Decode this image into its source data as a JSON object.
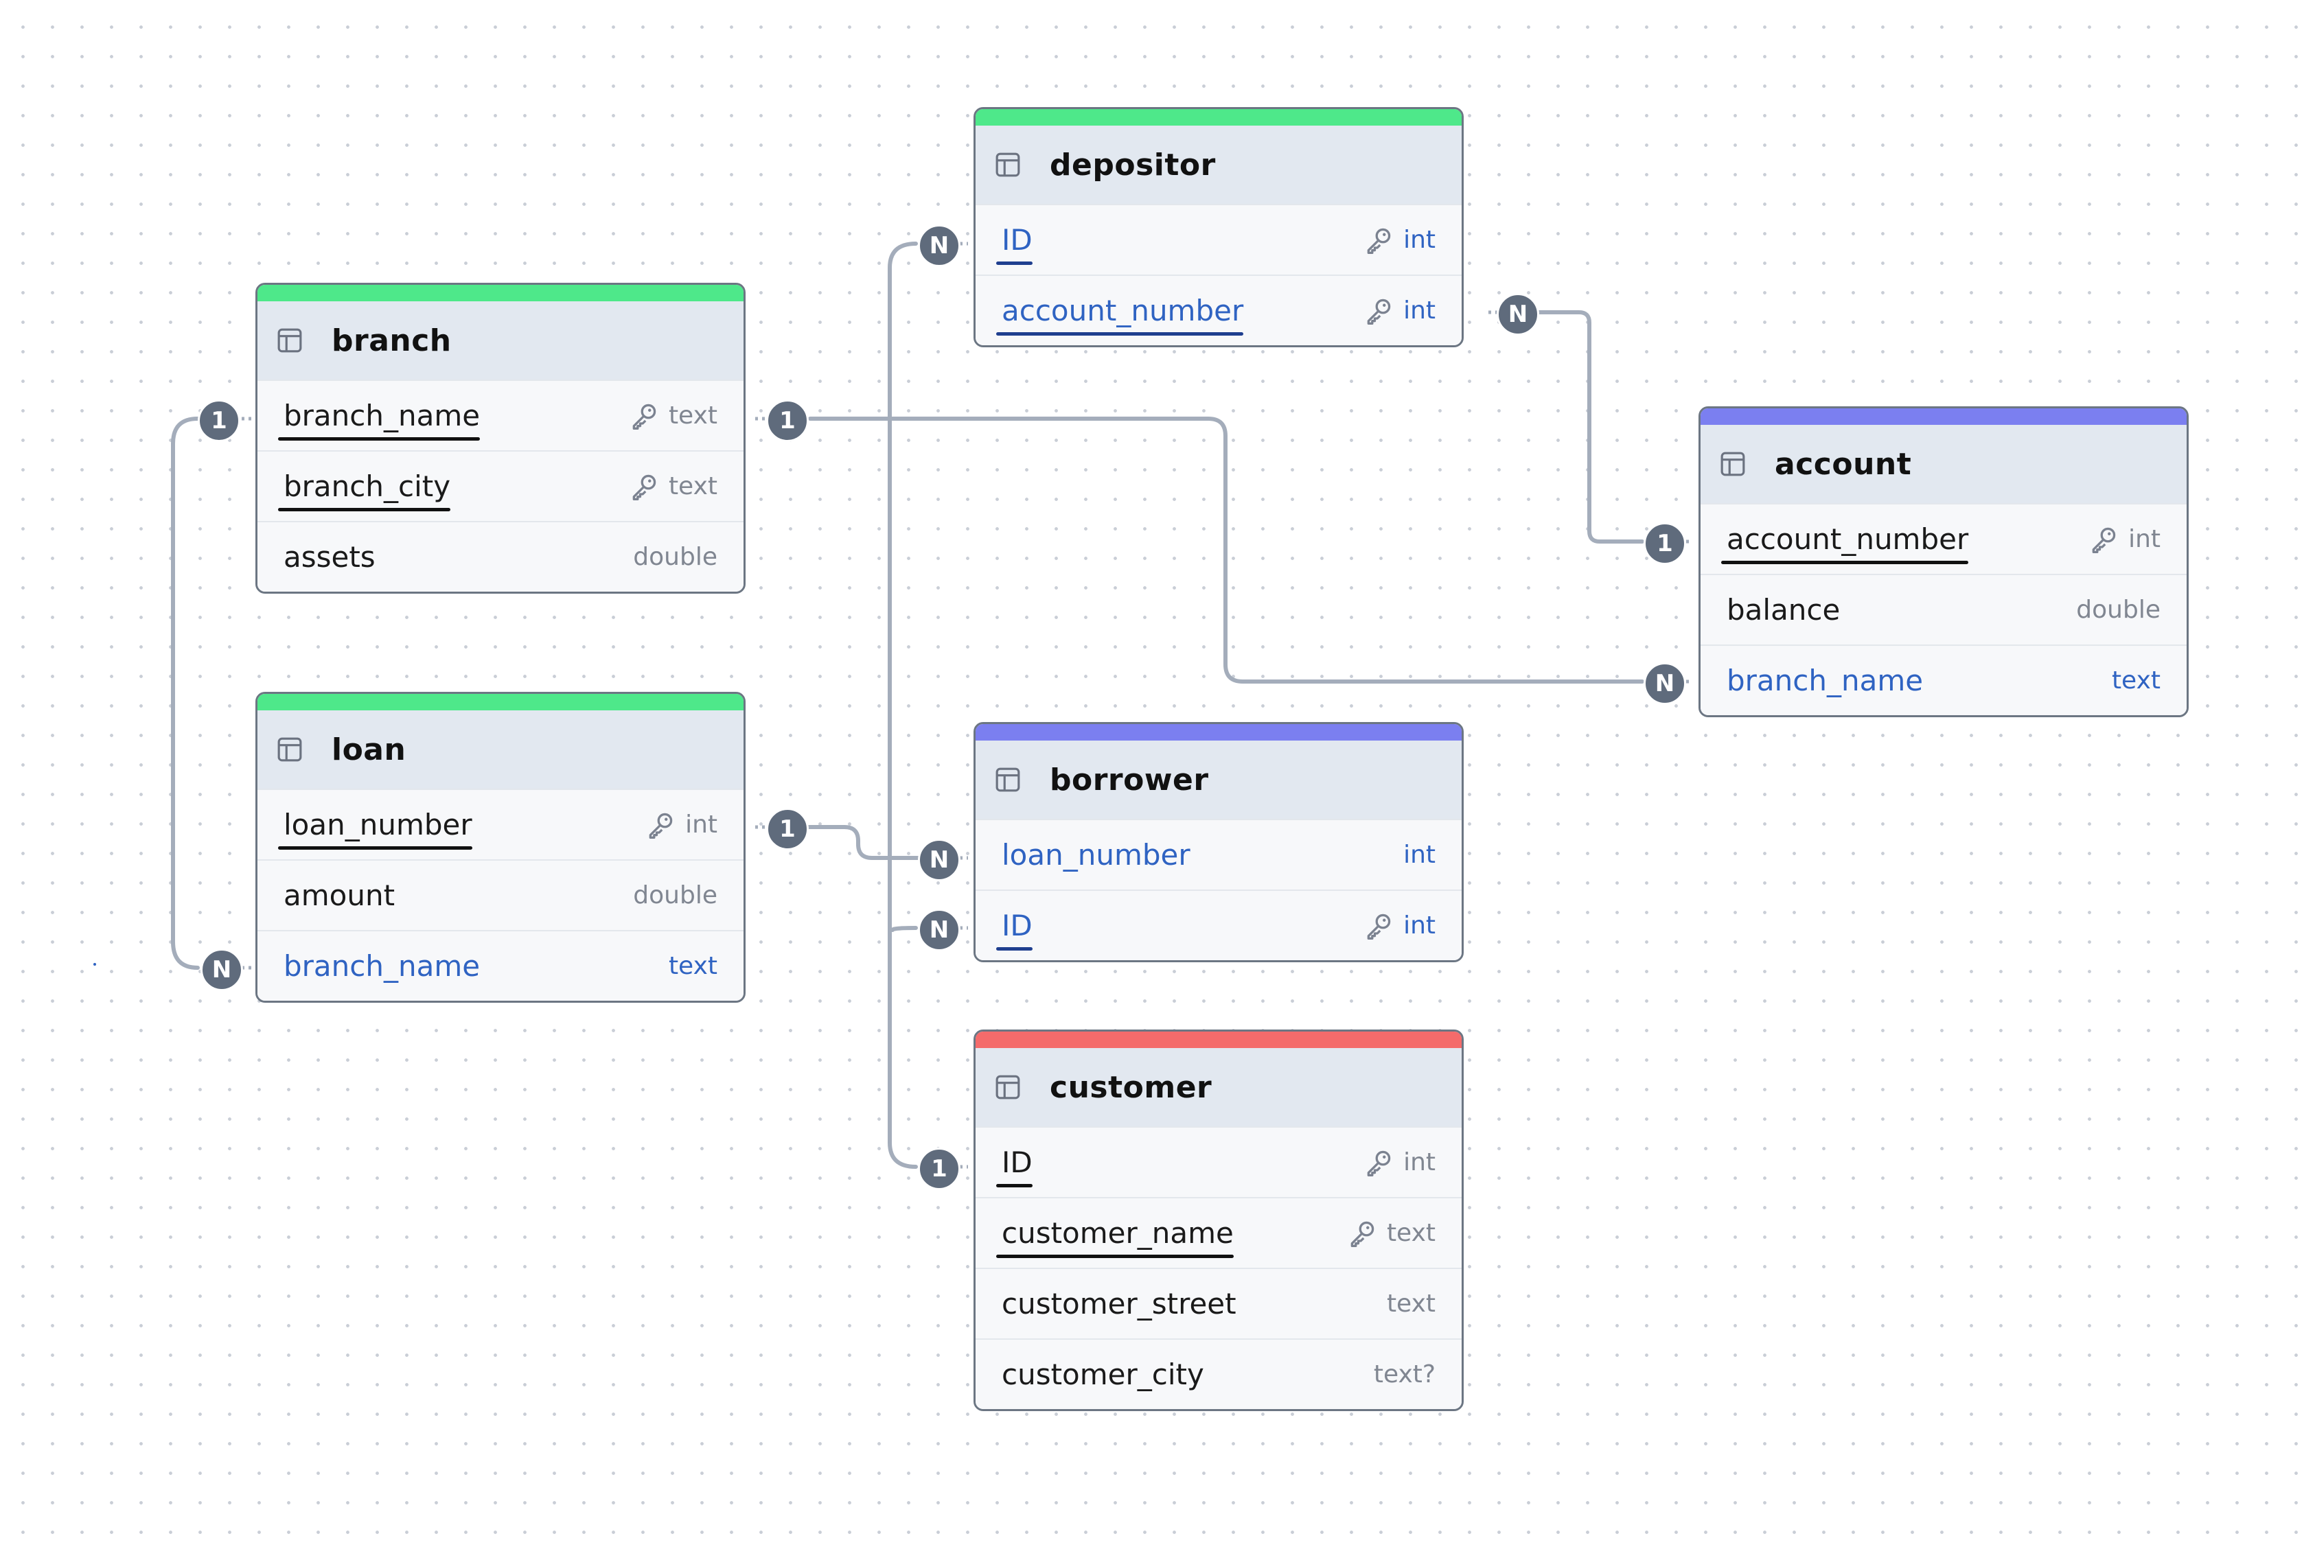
{
  "colors": {
    "green": "#4ee88a",
    "purple": "#7b7ff0",
    "red": "#f46b6b",
    "foreign_key": "#2f63c2",
    "edge": "#a4adbb",
    "badge": "#5f6b7c"
  },
  "icons": {
    "table": "table-icon",
    "key": "key-icon"
  },
  "tables": {
    "depositor": {
      "name": "depositor",
      "color": "green",
      "fields": [
        {
          "name": "ID",
          "type": "int",
          "pk": true,
          "fk": true
        },
        {
          "name": "account_number",
          "type": "int",
          "pk": true,
          "fk": true
        }
      ]
    },
    "branch": {
      "name": "branch",
      "color": "green",
      "fields": [
        {
          "name": "branch_name",
          "type": "text",
          "pk": true,
          "fk": false
        },
        {
          "name": "branch_city",
          "type": "text",
          "pk": true,
          "fk": false
        },
        {
          "name": "assets",
          "type": "double",
          "pk": false,
          "fk": false
        }
      ]
    },
    "account": {
      "name": "account",
      "color": "purple",
      "fields": [
        {
          "name": "account_number",
          "type": "int",
          "pk": true,
          "fk": false
        },
        {
          "name": "balance",
          "type": "double",
          "pk": false,
          "fk": false
        },
        {
          "name": "branch_name",
          "type": "text",
          "pk": false,
          "fk": true
        }
      ]
    },
    "loan": {
      "name": "loan",
      "color": "green",
      "fields": [
        {
          "name": "loan_number",
          "type": "int",
          "pk": true,
          "fk": false
        },
        {
          "name": "amount",
          "type": "double",
          "pk": false,
          "fk": false
        },
        {
          "name": "branch_name",
          "type": "text",
          "pk": false,
          "fk": true
        }
      ]
    },
    "borrower": {
      "name": "borrower",
      "color": "purple",
      "fields": [
        {
          "name": "loan_number",
          "type": "int",
          "pk": false,
          "fk": true
        },
        {
          "name": "ID",
          "type": "int",
          "pk": true,
          "fk": true
        }
      ]
    },
    "customer": {
      "name": "customer",
      "color": "red",
      "fields": [
        {
          "name": "ID",
          "type": "int",
          "pk": true,
          "fk": false
        },
        {
          "name": "customer_name",
          "type": "text",
          "pk": true,
          "fk": false
        },
        {
          "name": "customer_street",
          "type": "text",
          "pk": false,
          "fk": false
        },
        {
          "name": "customer_city",
          "type": "text?",
          "pk": false,
          "fk": false
        }
      ]
    }
  },
  "relationships": [
    {
      "from": "depositor.account_number",
      "from_card": "N",
      "to": "account.account_number",
      "to_card": "1"
    },
    {
      "from": "branch.branch_name",
      "from_card": "1",
      "to": "account.branch_name",
      "to_card": "N"
    },
    {
      "from": "branch.branch_name",
      "from_card": "1",
      "to": "loan.branch_name",
      "to_card": "N"
    },
    {
      "from": "loan.loan_number",
      "from_card": "1",
      "to": "borrower.loan_number",
      "to_card": "N"
    },
    {
      "from": "customer.ID",
      "from_card": "1",
      "to": "depositor.ID",
      "to_card": "N"
    },
    {
      "from": "customer.ID",
      "from_card": "1",
      "to": "borrower.ID",
      "to_card": "N"
    }
  ]
}
